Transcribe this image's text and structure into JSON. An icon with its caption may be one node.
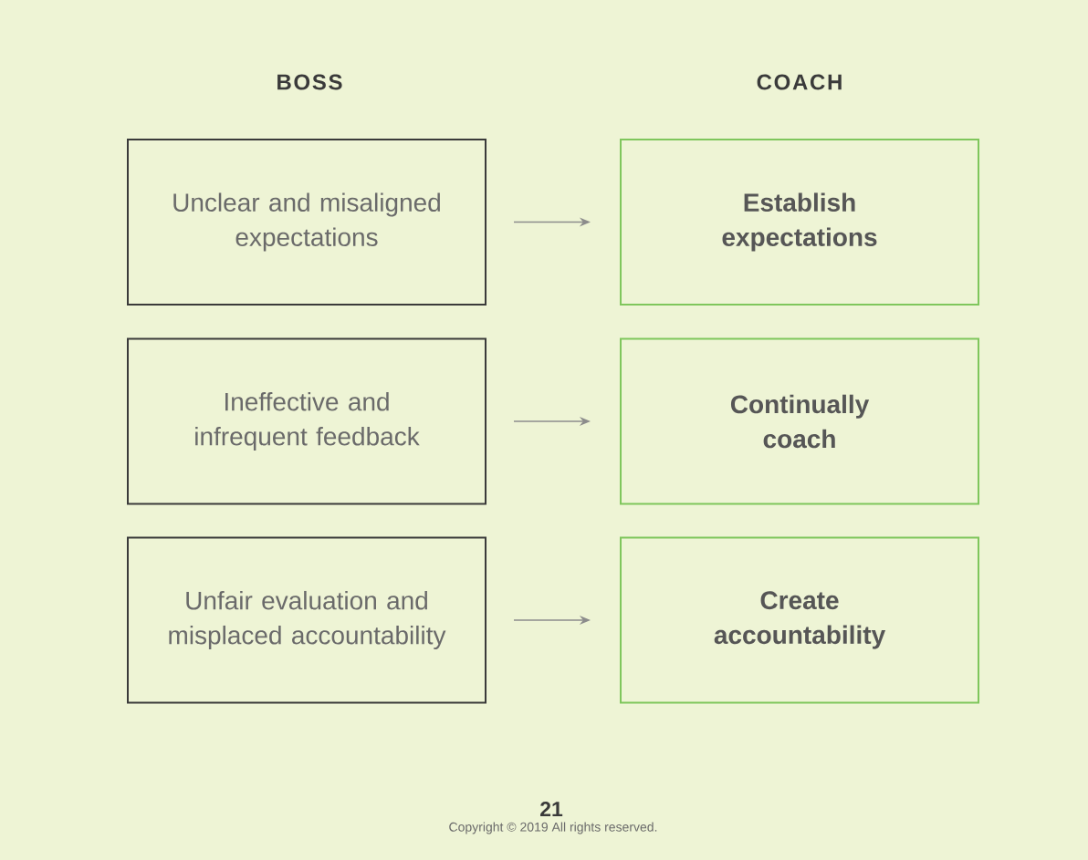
{
  "diagram": {
    "nodes": [
      {
        "text": [
          "Unclear and misaligned expectations"
        ]
      },
      {
        "text": [
          "Establish expectations"
        ]
      },
      {
        "text": [
          "Ineffective and infrequent feedback"
        ]
      },
      {
        "text": [
          "Continually coach"
        ]
      },
      {
        "text": [
          "Unfair evaluation and misplaced accountability"
        ]
      },
      {
        "text": [
          "Create accountability"
        ]
      }
    ],
    "edges": [
      {
        "from": 0,
        "to": 1,
        "arrow": "to"
      },
      {
        "from": 2,
        "to": 3,
        "arrow": "to"
      },
      {
        "from": 4,
        "to": 5,
        "arrow": "to"
      }
    ],
    "labels": [
      "BOSS",
      "COACH",
      "21",
      "Copyright © 2019 All rights reserved."
    ]
  }
}
